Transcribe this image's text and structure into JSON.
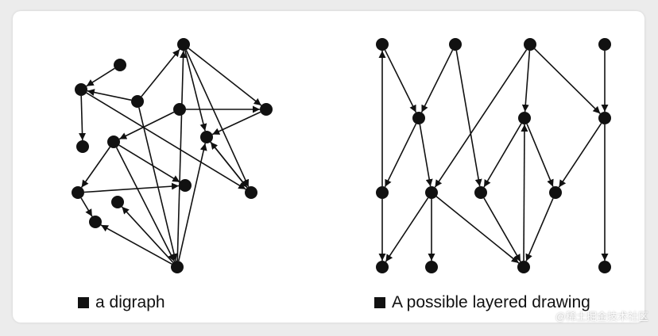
{
  "captions": {
    "left": "a digraph",
    "right": "A possible layered drawing"
  },
  "watermark": "@稀土掘金技术社区",
  "colors": {
    "node": "#111111",
    "edge": "#111111",
    "card": "#ffffff",
    "background": "#ececec"
  }
}
